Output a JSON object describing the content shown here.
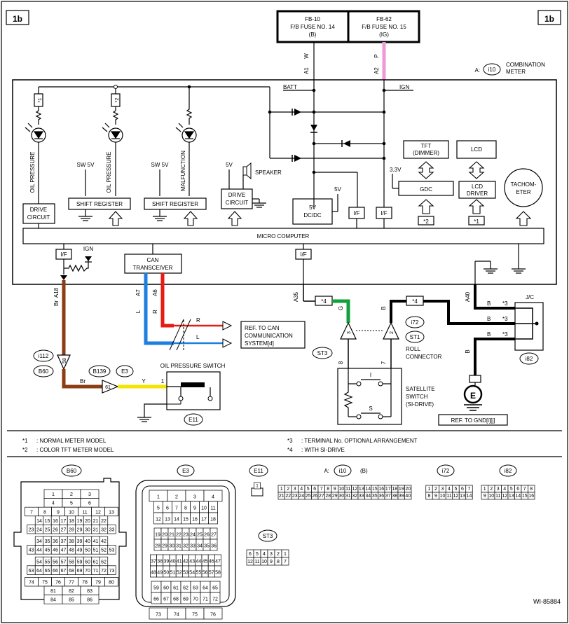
{
  "page": {
    "tag_left": "1b",
    "tag_right": "1b",
    "figure_id": "WI-85884"
  },
  "fuses": [
    {
      "id": "FB-10",
      "line2": "F/B FUSE NO. 14",
      "line3": "(B)"
    },
    {
      "id": "FB-62",
      "line2": "F/B FUSE NO. 15",
      "line3": "(IG)"
    }
  ],
  "wires": {
    "w": "W",
    "p": "P",
    "br": "Br",
    "l": "L",
    "r": "R",
    "g": "G",
    "b": "B",
    "y": "Y"
  },
  "pins": {
    "a1": "A1",
    "a2": "A2",
    "a18": "A18",
    "a7": "A7",
    "a6": "A6",
    "a35": "A35",
    "a40": "A40",
    "p58": "58",
    "p61": "61",
    "p1": "1",
    "p3": "3",
    "p2": "2",
    "p8": "8",
    "p7": "7"
  },
  "colors": {
    "green": "#12a03c",
    "pink": "#ef9ad8",
    "brown": "#8b3d14",
    "red": "#e51b14",
    "blue": "#1f7fe0",
    "yellow": "#f2e600"
  },
  "meter": {
    "prefix": "A:",
    "connector": "i10",
    "name_l1": "COMBINATION",
    "name_l2": "METER",
    "batt": "BATT",
    "ign": "IGN",
    "star1": "*1",
    "star2": "*2",
    "oil_pressure": "OIL PRESSURE",
    "malfunction": "MALFUNCTION",
    "sw5v": "SW 5V",
    "v5": "5V",
    "v33": "3.3V",
    "shift_register": "SHIFT REGISTER",
    "drive": "DRIVE",
    "circuit": "CIRCUIT",
    "speaker": "SPEAKER",
    "dcdc1": "5V",
    "dcdc2": "DC/DC",
    "if": "I/F",
    "tft1": "TFT",
    "tft2": "(DIMMER)",
    "lcd": "LCD",
    "gdc": "GDC",
    "lcd_driver1": "LCD",
    "lcd_driver2": "DRIVER",
    "tacho1": "TACHOM-",
    "tacho2": "ETER",
    "micro": "MICRO COMPUTER",
    "can1": "CAN",
    "can2": "TRANSCEIVER"
  },
  "external": {
    "ref_can_1": "REF. TO CAN",
    "ref_can_2": "COMMUNICATION",
    "ref_can_3": "SYSTEM[d]",
    "star4": "*4",
    "star3": "*3",
    "jc": "J/C",
    "i72": "i72",
    "st1": "ST1",
    "st3": "ST3",
    "roll1": "ROLL",
    "roll2": "CONNECTOR",
    "sat1": "SATELLITE",
    "sat2": "SWITCH",
    "sat3": "(SI-DRIVE)",
    "sw_i": "I",
    "sw_s": "S",
    "i82": "i82",
    "i112": "i112",
    "b60": "B60",
    "b139": "B139",
    "e3": "E3",
    "ops": "OIL PRESSURE SWITCH",
    "e11": "E11",
    "gnd_e": "E",
    "ref_gnd": "REF. TO GND[i][j]"
  },
  "legend": [
    {
      "mark": "*1",
      "text": ": NORMAL METER MODEL"
    },
    {
      "mark": "*2",
      "text": ": COLOR TFT METER MODEL"
    },
    {
      "mark": "*3",
      "text": ": TERMINAL No. OPTIONAL ARRANGEMENT"
    },
    {
      "mark": "*4",
      "text": ": WITH SI-DRIVE"
    }
  ],
  "connectors": {
    "b60": {
      "label": "B60",
      "rows": [
        [
          "1",
          "2",
          "3"
        ],
        [
          "4",
          "5",
          "6"
        ],
        [
          "7",
          "8",
          "9",
          "10",
          "11",
          "12",
          "13"
        ],
        [
          "14",
          "15",
          "16",
          "17",
          "18",
          "19",
          "20",
          "21",
          "22"
        ],
        [
          "23",
          "24",
          "25",
          "26",
          "27",
          "28",
          "29",
          "30",
          "31",
          "32",
          "33"
        ],
        [
          "34",
          "35",
          "36",
          "37",
          "38",
          "39",
          "40",
          "41",
          "42"
        ],
        [
          "43",
          "44",
          "45",
          "46",
          "47",
          "48",
          "49",
          "50",
          "51",
          "52",
          "53"
        ],
        [
          "54",
          "55",
          "56",
          "57",
          "58",
          "59",
          "60",
          "61",
          "62"
        ],
        [
          "63",
          "64",
          "65",
          "66",
          "67",
          "68",
          "69",
          "70",
          "71",
          "72",
          "73"
        ],
        [
          "74",
          "75",
          "76",
          "77",
          "78",
          "79",
          "80"
        ],
        [
          "81",
          "82",
          "83"
        ],
        [
          "84",
          "85",
          "86"
        ]
      ]
    },
    "e3": {
      "label": "E3",
      "rows": [
        [
          "1",
          "2",
          "3",
          "4"
        ],
        [
          "5",
          "6",
          "7",
          "8",
          "9",
          "10",
          "11"
        ],
        [
          "12",
          "13",
          "14",
          "15",
          "16",
          "17",
          "18"
        ],
        [
          "19",
          "20",
          "21",
          "22",
          "23",
          "24",
          "25",
          "26",
          "27"
        ],
        [
          "28",
          "29",
          "30",
          "31",
          "32",
          "33",
          "34",
          "35",
          "36"
        ],
        [
          "37",
          "38",
          "39",
          "40",
          "41",
          "42",
          "43",
          "44",
          "45",
          "46",
          "47"
        ],
        [
          "48",
          "49",
          "50",
          "51",
          "52",
          "53",
          "54",
          "55",
          "56",
          "57",
          "58"
        ],
        [
          "59",
          "60",
          "61",
          "62",
          "63",
          "64",
          "65"
        ],
        [
          "66",
          "67",
          "68",
          "69",
          "70",
          "71",
          "72"
        ],
        [
          "73",
          "74",
          "75",
          "76"
        ]
      ]
    },
    "e11": {
      "label": "E11",
      "rows": [
        [
          "1"
        ]
      ]
    },
    "st3": {
      "label": "ST3",
      "rows": [
        [
          "6",
          "5",
          "4",
          "3",
          "2",
          "1"
        ],
        [
          "12",
          "11",
          "10",
          "9",
          "8",
          "7"
        ]
      ]
    },
    "i10": {
      "prefix": "A:",
      "label": "i10",
      "suffix": "(B)",
      "rows": [
        [
          "1",
          "2",
          "3",
          "4",
          "5",
          "6",
          "7",
          "8",
          "9",
          "10",
          "11",
          "12",
          "13",
          "14",
          "15",
          "16",
          "17",
          "18",
          "19",
          "20"
        ],
        [
          "21",
          "22",
          "23",
          "24",
          "25",
          "26",
          "27",
          "28",
          "29",
          "30",
          "31",
          "32",
          "33",
          "34",
          "35",
          "36",
          "37",
          "38",
          "39",
          "40"
        ]
      ]
    },
    "i72": {
      "label": "i72",
      "rows": [
        [
          "1",
          "2",
          "3",
          "4",
          "5",
          "6",
          "7"
        ],
        [
          "8",
          "9",
          "10",
          "11",
          "12",
          "13",
          "14"
        ]
      ]
    },
    "i82": {
      "label": "i82",
      "rows": [
        [
          "1",
          "2",
          "3",
          "4",
          "5",
          "6",
          "7",
          "8"
        ],
        [
          "9",
          "10",
          "11",
          "12",
          "13",
          "14",
          "15",
          "16"
        ]
      ]
    }
  }
}
